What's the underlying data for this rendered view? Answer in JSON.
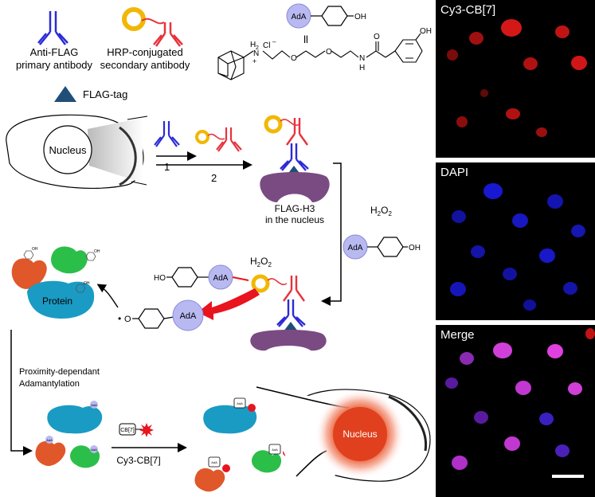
{
  "legend": {
    "primary_antibody": [
      "Anti-FLAG",
      "primary antibody"
    ],
    "secondary_antibody": [
      "HRP-conjugated",
      "secondary antibody"
    ],
    "flag_tag": "FLAG-tag",
    "adda_molecule_label": "AdA",
    "oh": "OH",
    "equals": "ll"
  },
  "chemistry": {
    "h2": "H",
    "h2_sub": "2",
    "cl": "Cl",
    "cl_sup": "–",
    "n_plus": "N",
    "plus": "+",
    "o1": "O",
    "o2": "O",
    "o_carbonyl": "O",
    "nh_n": "N",
    "nh_h": "H",
    "oh": "OH"
  },
  "cell_step": {
    "nucleus_label": "Nucleus",
    "step1": "1",
    "step2": "2",
    "flag_h3_line1": "FLAG-H3",
    "flag_h3_line2": "in the nucleus"
  },
  "reaction": {
    "h2o2_right": {
      "h": "H",
      "sub1": "2",
      "o": "O",
      "sub2": "2"
    },
    "h2o2_center": {
      "h": "H",
      "sub1": "2",
      "o": "O",
      "sub2": "2"
    },
    "ada_right": "AdA",
    "oh_right": "OH",
    "ho_center": "HO",
    "ada_center_top": "AdA",
    "ada_center_radical": "AdA",
    "radical_dot": "•",
    "radical_o": "O"
  },
  "proteins": {
    "protein_label": "Protein",
    "oh_small": "OH"
  },
  "labeling": {
    "caption_line1": "Proximity-dependant",
    "caption_line2": "Adamantylation",
    "cb7_label": "CB[7]",
    "cy3cb7_label": "Cy3-CB[7]",
    "small_ada": "AdA",
    "nucleus_label": "Nucleus"
  },
  "microscopy": {
    "panels": [
      "Cy3-CB[7]",
      "DAPI",
      "Merge"
    ]
  },
  "colors": {
    "primary_antibody": "#2b2bd8",
    "secondary_antibody": "#e8323c",
    "hrp_ring": "#f2b705",
    "flag_tag": "#1f4e79",
    "ada_circle": "#b9b9f2",
    "histone": "#7a4b82",
    "protein_blue": "#1a9bc4",
    "protein_orange": "#e0572a",
    "protein_green": "#2bbf4a",
    "arrow_red": "#e8141e",
    "cy3_red": "#ff2020",
    "dapi_blue": "#2020ff",
    "merge_magenta": "#ff30ff"
  }
}
